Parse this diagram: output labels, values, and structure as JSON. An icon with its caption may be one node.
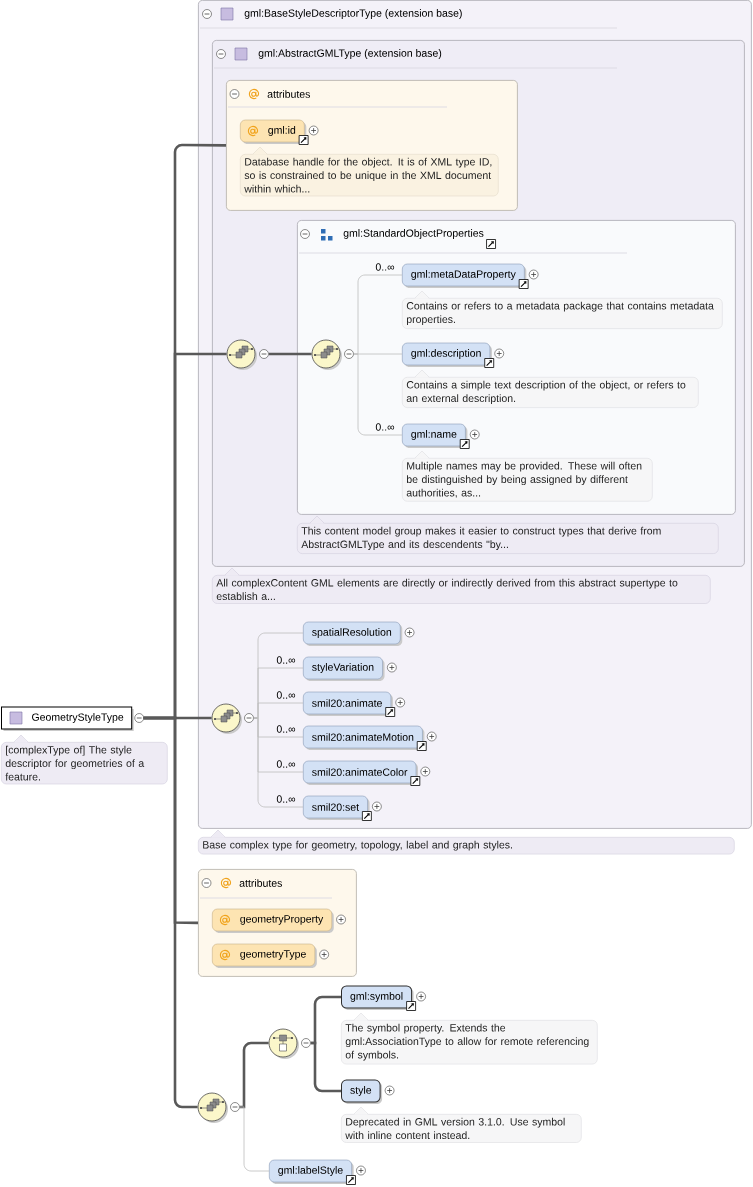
{
  "diagram": {
    "nodes": [
      {
        "text": [
          "GeometryStyleType"
        ],
        "beside": [
          "[complexType of] The style descriptor for geometries of a feature."
        ]
      },
      {
        "text": [
          "gml:BaseStyleDescriptorType (extension base)"
        ],
        "beside": [
          "Base complex type for geometry, topology, label and graph styles."
        ]
      },
      {
        "text": [
          "gml:AbstractGMLType (extension base)"
        ],
        "in": 1,
        "beside": [
          "All complexContent GML elements are directly or indirectly derived from this abstract supertype to establish a..."
        ]
      },
      {
        "text": [
          "attributes"
        ],
        "in": 2
      },
      {
        "text": [
          "gml:id"
        ],
        "in": 3,
        "beside": [
          "Database handle for the object. It is of XML type ID, so is constrained to be unique in the XML document within which..."
        ]
      },
      {
        "text": [
          "gml:StandardObjectProperties"
        ],
        "in": 2,
        "beside": [
          "This content model group makes it easier to construct types that derive from AbstractGMLType and its descendents \"by..."
        ]
      },
      {
        "text": [],
        "shape": "circle",
        "in": 2
      },
      {
        "text": [],
        "shape": "circle",
        "in": 5
      },
      {
        "text": [
          "gml:metaDataProperty"
        ],
        "in": 5,
        "beside": [
          "Contains or refers to a metadata package that contains metadata properties."
        ]
      },
      {
        "text": [
          "gml:description"
        ],
        "in": 5,
        "beside": [
          "Contains a simple text description of the object, or refers to an external description."
        ]
      },
      {
        "text": [
          "gml:name"
        ],
        "in": 5,
        "beside": [
          "Multiple names may be provided. These will often be distinguished by being assigned by different authorities, as..."
        ]
      },
      {
        "text": [],
        "shape": "circle",
        "in": 1
      },
      {
        "text": [
          "spatialResolution"
        ],
        "in": 1
      },
      {
        "text": [
          "styleVariation"
        ],
        "in": 1
      },
      {
        "text": [
          "smil20:animate"
        ],
        "in": 1
      },
      {
        "text": [
          "smil20:animateMotion"
        ],
        "in": 1
      },
      {
        "text": [
          "smil20:animateColor"
        ],
        "in": 1
      },
      {
        "text": [
          "smil20:set"
        ],
        "in": 1
      },
      {
        "text": [
          "attributes"
        ]
      },
      {
        "text": [
          "geometryProperty"
        ],
        "in": 18
      },
      {
        "text": [
          "geometryType"
        ],
        "in": 18
      },
      {
        "text": [],
        "shape": "circle"
      },
      {
        "text": [],
        "shape": "circle"
      },
      {
        "text": [
          "gml:symbol"
        ],
        "beside": [
          "The symbol property. Extends the gml:AssociationType to allow for remote referencing of symbols."
        ]
      },
      {
        "text": [
          "style"
        ],
        "beside": [
          "Deprecated in GML version 3.1.0. Use symbol with inline content instead."
        ]
      },
      {
        "text": [
          "gml:labelStyle"
        ]
      }
    ],
    "edges": [
      {
        "from": 0,
        "to": 3,
        "arrow": "none",
        "style": "thick",
        "color": "#595959"
      },
      {
        "from": 0,
        "to": 6,
        "arrow": "none",
        "style": "thick",
        "color": "#595959"
      },
      {
        "from": 0,
        "to": 11,
        "arrow": "none",
        "style": "thick",
        "color": "#595959"
      },
      {
        "from": 0,
        "to": 18,
        "arrow": "none",
        "style": "thick",
        "color": "#595959"
      },
      {
        "from": 0,
        "to": 21,
        "arrow": "none",
        "style": "thick",
        "color": "#595959"
      },
      {
        "from": 6,
        "to": 7,
        "arrow": "none",
        "style": "thick",
        "color": "#595959"
      },
      {
        "from": 7,
        "to": 8,
        "arrow": "none",
        "label": "0..∞"
      },
      {
        "from": 7,
        "to": 9,
        "arrow": "none"
      },
      {
        "from": 7,
        "to": 10,
        "arrow": "none",
        "label": "0..∞"
      },
      {
        "from": 11,
        "to": 12,
        "arrow": "none"
      },
      {
        "from": 11,
        "to": 13,
        "arrow": "none",
        "label": "0..∞"
      },
      {
        "from": 11,
        "to": 14,
        "arrow": "none",
        "label": "0..∞"
      },
      {
        "from": 11,
        "to": 15,
        "arrow": "none",
        "label": "0..∞"
      },
      {
        "from": 11,
        "to": 16,
        "arrow": "none",
        "label": "0..∞"
      },
      {
        "from": 11,
        "to": 17,
        "arrow": "none",
        "label": "0..∞"
      },
      {
        "from": 21,
        "to": 22,
        "arrow": "none",
        "style": "thick",
        "color": "#595959"
      },
      {
        "from": 21,
        "to": 25,
        "arrow": "none"
      },
      {
        "from": 22,
        "to": 23,
        "arrow": "none",
        "style": "thick",
        "color": "#595959"
      },
      {
        "from": 22,
        "to": 24,
        "arrow": "none",
        "style": "thick",
        "color": "#595959"
      }
    ]
  }
}
